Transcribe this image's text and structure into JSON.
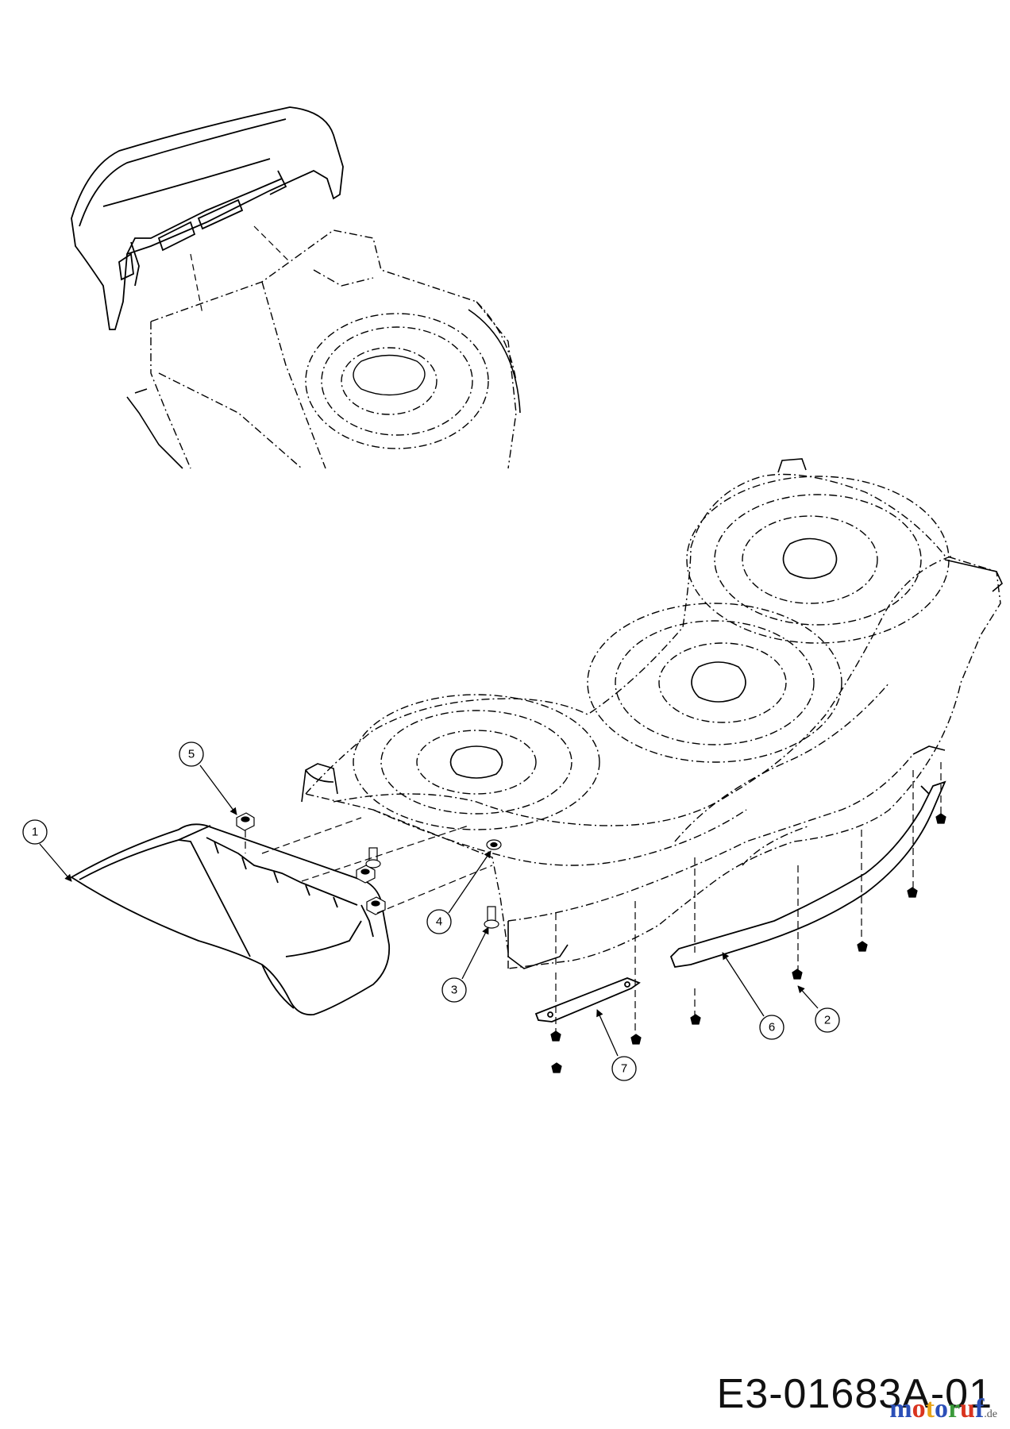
{
  "callouts": [
    "1",
    "2",
    "3",
    "4",
    "5",
    "6",
    "7"
  ],
  "drawing_code": "E3-01683A-01",
  "watermark": {
    "text": "motoruf",
    "suffix": ".de",
    "colors": [
      "#2b4fb8",
      "#d9341f",
      "#e8a317",
      "#2b4fb8",
      "#3a9a3a",
      "#d9341f",
      "#2b4fb8"
    ]
  }
}
